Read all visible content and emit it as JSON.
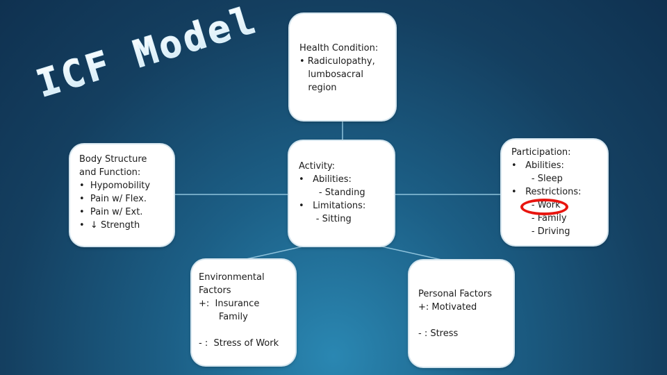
{
  "title": "ICF Model",
  "boxes": {
    "health": [
      "Health Condition:",
      "• Radiculopathy,",
      "   lumbosacral",
      "   region"
    ],
    "body": [
      "Body Structure",
      "and Function:",
      "•  Hypomobility",
      "•  Pain w/ Flex.",
      "•  Pain w/ Ext.",
      "•  ↓ Strength"
    ],
    "activity": [
      "Activity:",
      "•   Abilities:",
      "       - Standing",
      "•   Limitations:",
      "      - Sitting"
    ],
    "participation": [
      "Participation:",
      "•   Abilities:",
      "       - Sleep",
      "•   Restrictions:",
      "       - Work",
      "       - Family",
      "       - Driving"
    ],
    "env": [
      "Environmental",
      "Factors",
      "+:  Insurance",
      "       Family",
      "",
      "- :  Stress of Work"
    ],
    "personal": [
      "Personal Factors",
      "+: Motivated",
      "",
      "- : Stress"
    ]
  },
  "colors": {
    "highlight": "#e8150f",
    "connector": "#8fc3dc"
  }
}
